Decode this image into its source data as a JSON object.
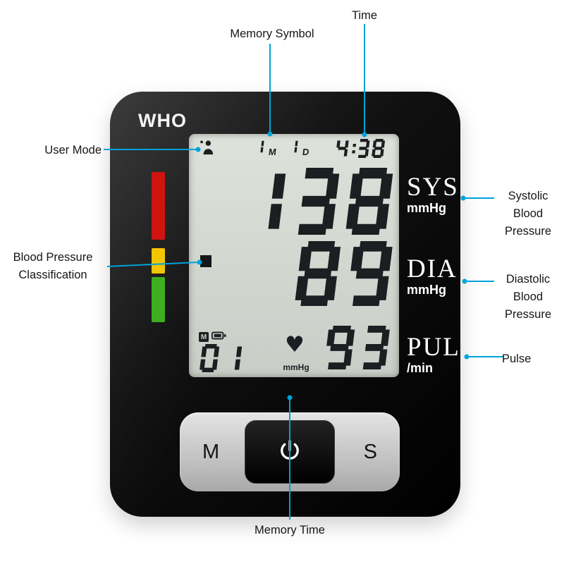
{
  "colors": {
    "accent": "#00a3d9",
    "lcd_digit": "#1b1f22",
    "bar_red": "#cf1410",
    "bar_yellow": "#f2c500",
    "bar_green": "#3fae1f"
  },
  "icons": {
    "heart": "♥"
  },
  "device": {
    "brand": "WHO",
    "lcd": {
      "memory_items": [
        {
          "digit": "1",
          "letter": "M"
        },
        {
          "digit": "1",
          "letter": "D"
        }
      ],
      "time": "4:38",
      "systolic": "138",
      "diastolic": "89",
      "pulse": "93",
      "memory_index": "01",
      "memory_icon_letter": "M",
      "heart_unit": "mmHg"
    },
    "side_labels": [
      {
        "big": "SYS",
        "small": "mmHg"
      },
      {
        "big": "DIA",
        "small": "mmHg"
      },
      {
        "big": "PUL",
        "small": "/min"
      }
    ],
    "buttons": {
      "memory": "M",
      "set": "S"
    }
  },
  "callouts": {
    "time": "Time",
    "memory_symbol": "Memory Symbol",
    "user_mode": "User Mode",
    "bp_classification": "Blood Pressure Classification",
    "systolic": "Systolic Blood Pressure",
    "diastolic": "Diastolic Blood Pressure",
    "pulse": "Pulse",
    "memory_time": "Memory Time"
  }
}
